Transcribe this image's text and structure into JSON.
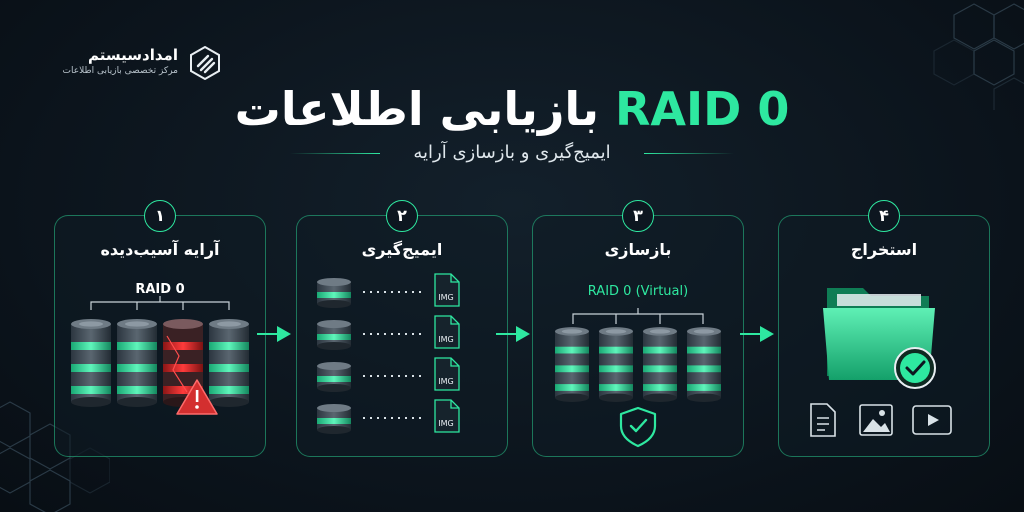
{
  "brand": {
    "name": "امدادسیستم",
    "tagline": "مرکز تخصصی بازیابی اطلاعات"
  },
  "header": {
    "title_fa": "بازیابی اطلاعات",
    "title_en": "RAID 0",
    "subtitle": "ایمیج‌گیری و بازسازی آرایه"
  },
  "colors": {
    "accent": "#2ee8a0",
    "background": "#0d1620",
    "danger": "#e53935"
  },
  "steps": [
    {
      "number": "۱",
      "title": "آرایه آسیب‌دیده",
      "label": "RAID 0"
    },
    {
      "number": "۲",
      "title": "ایمیج‌گیری",
      "image_labels": [
        "IMG",
        "IMG",
        "IMG",
        "IMG"
      ]
    },
    {
      "number": "۳",
      "title": "بازسازی",
      "label": "RAID 0 (Virtual)"
    },
    {
      "number": "۴",
      "title": "استخراج"
    }
  ],
  "icons": [
    "warning-icon",
    "shield-check-icon",
    "folder-icon",
    "check-circle-icon",
    "document-icon",
    "image-icon",
    "video-icon",
    "arrow-right-icon"
  ]
}
